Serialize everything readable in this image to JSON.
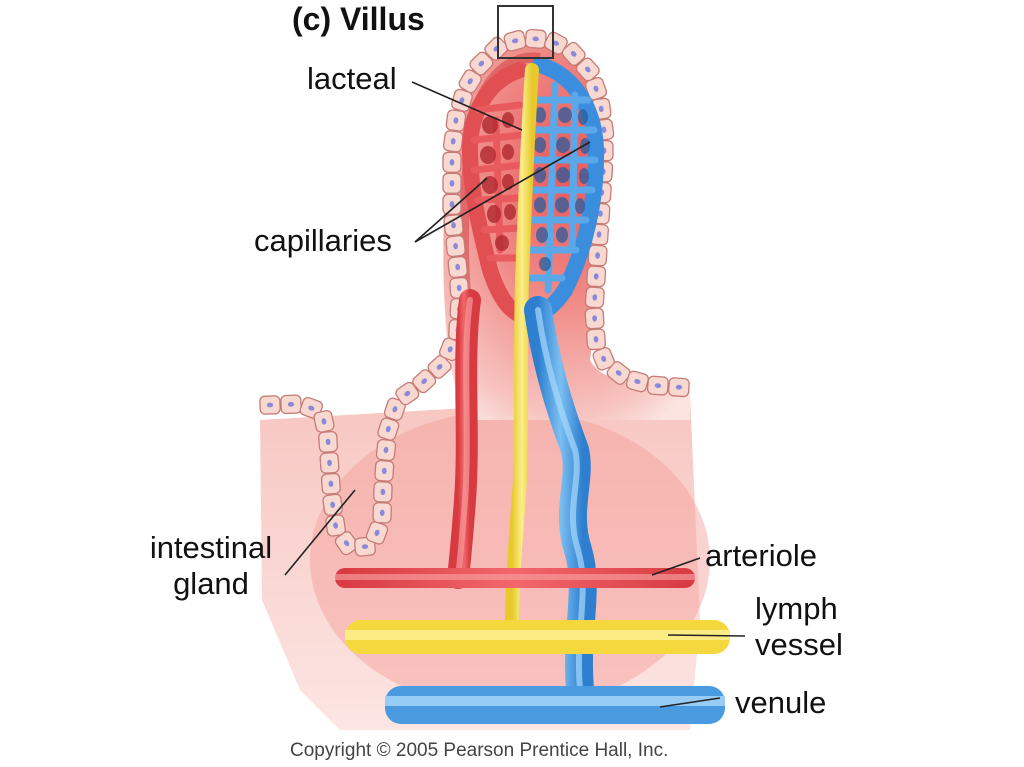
{
  "diagram": {
    "title": "(c) Villus",
    "labels": {
      "lacteal": "lacteal",
      "capillaries": "capillaries",
      "intestinal_gland_line1": "intestinal",
      "intestinal_gland_line2": "gland",
      "arteriole": "arteriole",
      "lymph_vessel_line1": "lymph",
      "lymph_vessel_line2": "vessel",
      "venule": "venule"
    },
    "copyright": "Copyright © 2005 Pearson Prentice Hall, Inc."
  },
  "colors": {
    "tissue_pink": "#f3b5b0",
    "arteriole_red": "#e84a4f",
    "lymph_yellow": "#f4dc4a",
    "venule_blue": "#4a9ae0",
    "epithelium": "#f7d9d2",
    "cell_outline": "#c77b76",
    "nucleus": "#8a8ad8"
  }
}
